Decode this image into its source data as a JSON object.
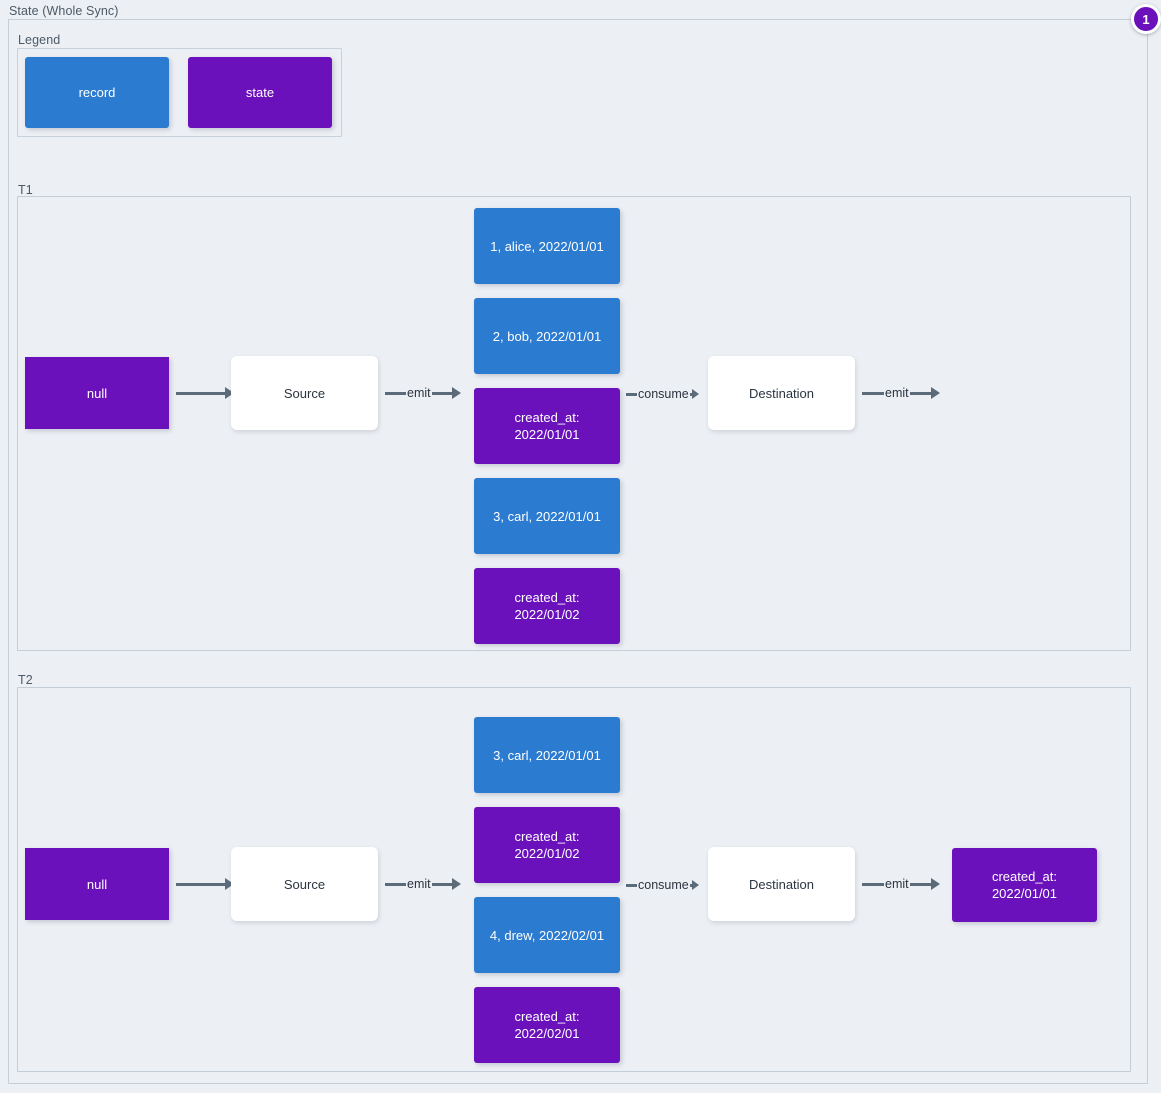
{
  "diagram": {
    "title": "State (Whole Sync)",
    "badge": "1",
    "colors": {
      "record": "#2b7bd0",
      "state": "#6a11bc",
      "plain": "#ffffff",
      "background": "#eceff4",
      "frame_border": "#c3ced9",
      "arrow": "#5c6b7a"
    }
  },
  "legend": {
    "label": "Legend",
    "items": [
      {
        "label": "record",
        "kind": "record"
      },
      {
        "label": "state",
        "kind": "state"
      }
    ]
  },
  "groups": [
    {
      "label": "T1",
      "start_state": "null",
      "source": "Source",
      "destination": "Destination",
      "emit_label_1": "emit",
      "consume_label": "consume",
      "emit_label_2": "emit",
      "end_state": "",
      "stream": [
        {
          "kind": "record",
          "label": "1, alice, 2022/01/01"
        },
        {
          "kind": "record",
          "label": "2, bob, 2022/01/01"
        },
        {
          "kind": "state",
          "label": "created_at:\n2022/01/01"
        },
        {
          "kind": "record",
          "label": "3, carl, 2022/01/01"
        },
        {
          "kind": "state",
          "label": "created_at:\n2022/01/02"
        }
      ]
    },
    {
      "label": "T2",
      "start_state": "null",
      "source": "Source",
      "destination": "Destination",
      "emit_label_1": "emit",
      "consume_label": "consume",
      "emit_label_2": "emit",
      "end_state": "created_at:\n2022/01/01",
      "stream": [
        {
          "kind": "record",
          "label": "3, carl, 2022/01/01"
        },
        {
          "kind": "state",
          "label": "created_at:\n2022/01/02"
        },
        {
          "kind": "record",
          "label": "4, drew, 2022/02/01"
        },
        {
          "kind": "state",
          "label": "created_at:\n2022/02/01"
        }
      ]
    }
  ]
}
